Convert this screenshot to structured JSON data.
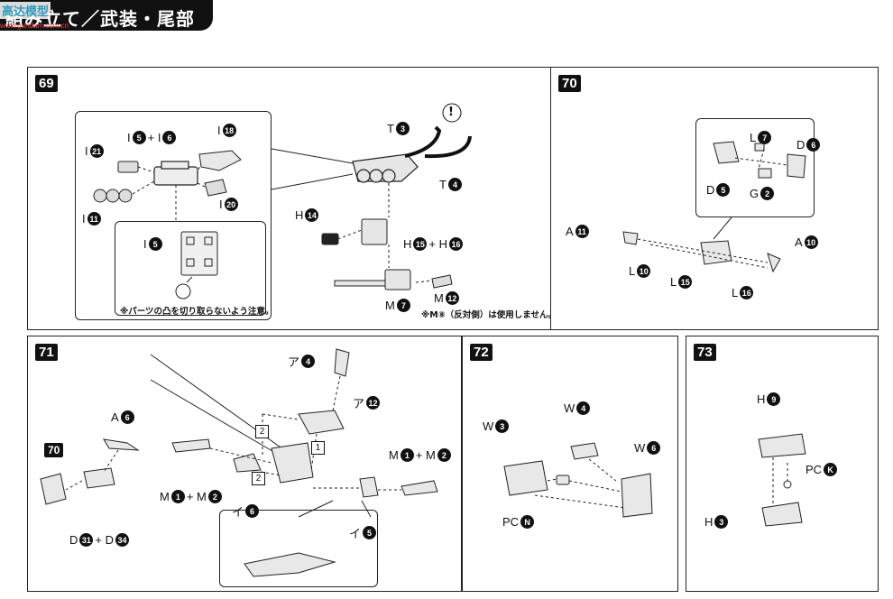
{
  "header": {
    "title": "組み立て／武装・尾部",
    "watermark": "高达模型",
    "watermark_url": "www.gundam.com.cn"
  },
  "steps": {
    "s69": {
      "number": "69",
      "labels": {
        "i21": "I",
        "i5i6_a": "I",
        "i5i6_plus": "+ I",
        "i18": "I",
        "i11": "I",
        "i20": "I",
        "inset_i5": "I",
        "t3": "T",
        "t4": "T",
        "h14": "H",
        "h15": "H",
        "h16_plus": "+ H",
        "m12": "M",
        "m7": "M"
      },
      "nums": {
        "n21": "21",
        "n5": "5",
        "n6": "6",
        "n18": "18",
        "n11": "11",
        "n20": "20",
        "n5b": "5",
        "n3": "3",
        "n4": "4",
        "n14": "14",
        "n15": "15",
        "n16": "16",
        "n12": "12",
        "n7": "7"
      },
      "warning_mark": "!",
      "note_inset": "※パーツの凸を切り取らないよう注意。",
      "note_m8": "※M⑧（反対側）は使用しません。"
    },
    "s70": {
      "number": "70",
      "labels": {
        "l7": "L",
        "d6": "D",
        "d5": "D",
        "g2": "G",
        "a11": "A",
        "a10": "A",
        "l10": "L",
        "l15": "L",
        "l16": "L"
      },
      "nums": {
        "n7": "7",
        "n6": "6",
        "n5": "5",
        "n2": "2",
        "n11": "11",
        "n10": "10",
        "n10b": "10",
        "n15": "15",
        "n16": "16"
      }
    },
    "s71": {
      "number": "71",
      "labels": {
        "a6": "A",
        "box70": "70",
        "d31": "D",
        "d34_plus": "+ D",
        "a4": "ア",
        "a12": "ア",
        "m1_a": "M",
        "m2_plus_a": "+ M",
        "m1_b": "M",
        "m2_plus_b": "+ M",
        "i6": "イ",
        "i5": "イ"
      },
      "nums": {
        "n6": "6",
        "n31": "31",
        "n34": "34",
        "n4": "4",
        "n12": "12",
        "n1a": "1",
        "n2a": "2",
        "n1b": "1",
        "n2b": "2",
        "n6b": "6",
        "n5": "5"
      },
      "seq": {
        "s1": "1",
        "s2a": "2",
        "s2b": "2"
      }
    },
    "s72": {
      "number": "72",
      "labels": {
        "w3": "W",
        "w4": "W",
        "w6": "W",
        "pcn": "PC"
      },
      "nums": {
        "n3": "3",
        "n4": "4",
        "n6": "6",
        "nN": "N"
      }
    },
    "s73": {
      "number": "73",
      "labels": {
        "h9": "H",
        "pck": "PC",
        "h3": "H"
      },
      "nums": {
        "n9": "9",
        "nK": "K",
        "n3": "3"
      }
    }
  }
}
